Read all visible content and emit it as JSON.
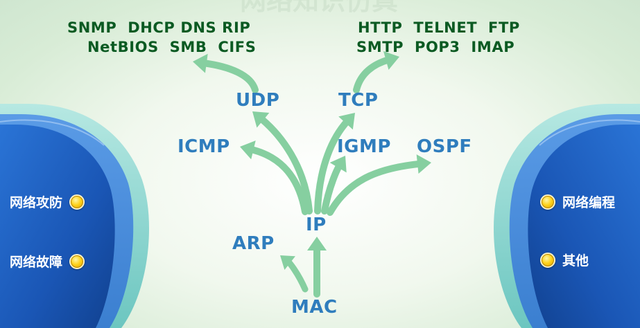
{
  "watermark": "网络知识仿真",
  "app_groups": {
    "udp_line1": "SNMP  DHCP DNS RIP",
    "udp_line2": "NetBIOS  SMB  CIFS",
    "tcp_line1": "HTTP  TELNET  FTP",
    "tcp_line2": "SMTP  POP3  IMAP"
  },
  "protocols": {
    "udp": "UDP",
    "tcp": "TCP",
    "icmp": "ICMP",
    "igmp": "IGMP",
    "ospf": "OSPF",
    "ip": "IP",
    "arp": "ARP",
    "mac": "MAC"
  },
  "left_menu": [
    {
      "label": "网络攻防"
    },
    {
      "label": "网络故障"
    }
  ],
  "right_menu": [
    {
      "label": "网络编程"
    },
    {
      "label": "其他"
    }
  ],
  "colors": {
    "arrow": "#86cfa0",
    "protocol_text": "#2f7dbd",
    "app_text": "#0b5a22",
    "panel_blue": "#1d5fc0",
    "panel_teal": "#8fd5d0"
  }
}
